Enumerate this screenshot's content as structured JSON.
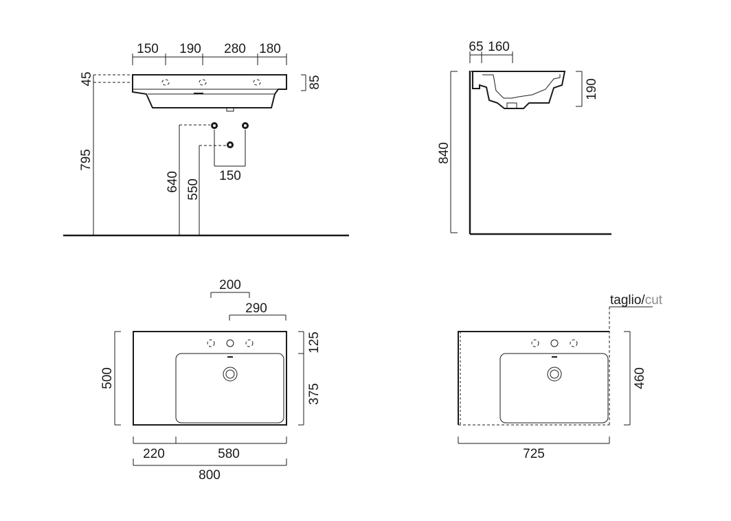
{
  "front_view": {
    "top_dims": [
      "150",
      "190",
      "280",
      "180"
    ],
    "left_dim_45": "45",
    "right_dim_85": "85",
    "height_795": "795",
    "height_640": "640",
    "height_550": "550",
    "spacing_150": "150"
  },
  "side_view": {
    "top_dim_65": "65",
    "top_dim_160": "160",
    "right_dim_190": "190",
    "height_840": "840"
  },
  "top_view": {
    "dim_200": "200",
    "dim_290": "290",
    "dim_500": "500",
    "dim_125": "125",
    "dim_375": "375",
    "dim_220": "220",
    "dim_580": "580",
    "dim_800": "800"
  },
  "cut_view": {
    "label_taglio": "taglio/",
    "label_cut": "cut",
    "dim_460": "460",
    "dim_725": "725"
  }
}
